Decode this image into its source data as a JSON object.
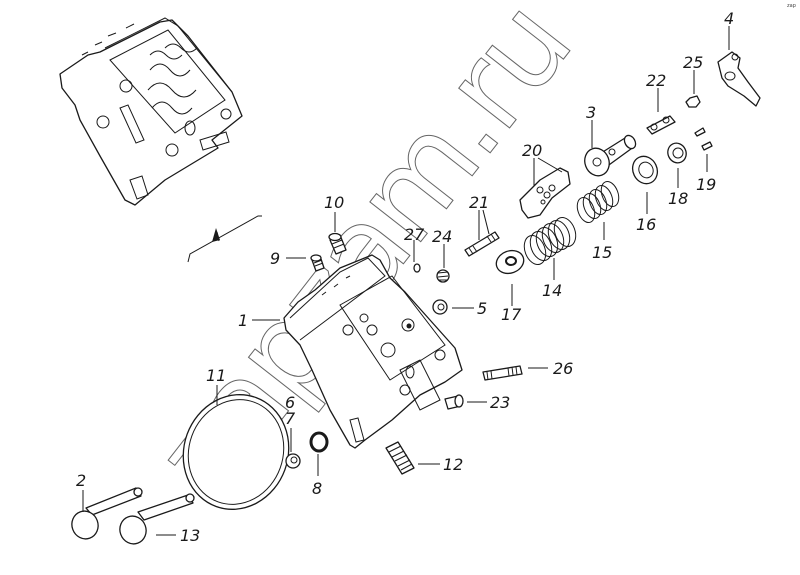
{
  "diagram": {
    "title": "Cylinder head assembly — exploded view",
    "watermark": "zapzam.ru",
    "corner_mark": "zap",
    "assembled_view_label": "assembled-head-view",
    "callouts": [
      {
        "id": "1",
        "part": "cylinder-head"
      },
      {
        "id": "2",
        "part": "intake-valve"
      },
      {
        "id": "3",
        "part": "rocker-shaft-support"
      },
      {
        "id": "4",
        "part": "rocker-arm"
      },
      {
        "id": "5",
        "part": "plug"
      },
      {
        "id": "6",
        "part": "valve-guide"
      },
      {
        "id": "7",
        "part": "plug-small"
      },
      {
        "id": "8",
        "part": "seal-ring"
      },
      {
        "id": "9",
        "part": "plug-a"
      },
      {
        "id": "10",
        "part": "plug-b"
      },
      {
        "id": "11",
        "part": "head-gasket"
      },
      {
        "id": "12",
        "part": "threaded-sleeve"
      },
      {
        "id": "13",
        "part": "exhaust-valve"
      },
      {
        "id": "14",
        "part": "outer-valve-spring"
      },
      {
        "id": "15",
        "part": "inner-valve-spring"
      },
      {
        "id": "16",
        "part": "spring-retainer"
      },
      {
        "id": "17",
        "part": "spring-washer"
      },
      {
        "id": "18",
        "part": "valve-stem-seal"
      },
      {
        "id": "19",
        "part": "valve-cotters"
      },
      {
        "id": "20",
        "part": "bracket"
      },
      {
        "id": "21",
        "part": "stud-long"
      },
      {
        "id": "22",
        "part": "lock-plate"
      },
      {
        "id": "23",
        "part": "dowel-pin"
      },
      {
        "id": "24",
        "part": "plug-c"
      },
      {
        "id": "25",
        "part": "adjusting-nut"
      },
      {
        "id": "26",
        "part": "stud"
      },
      {
        "id": "27",
        "part": "pin"
      }
    ]
  }
}
